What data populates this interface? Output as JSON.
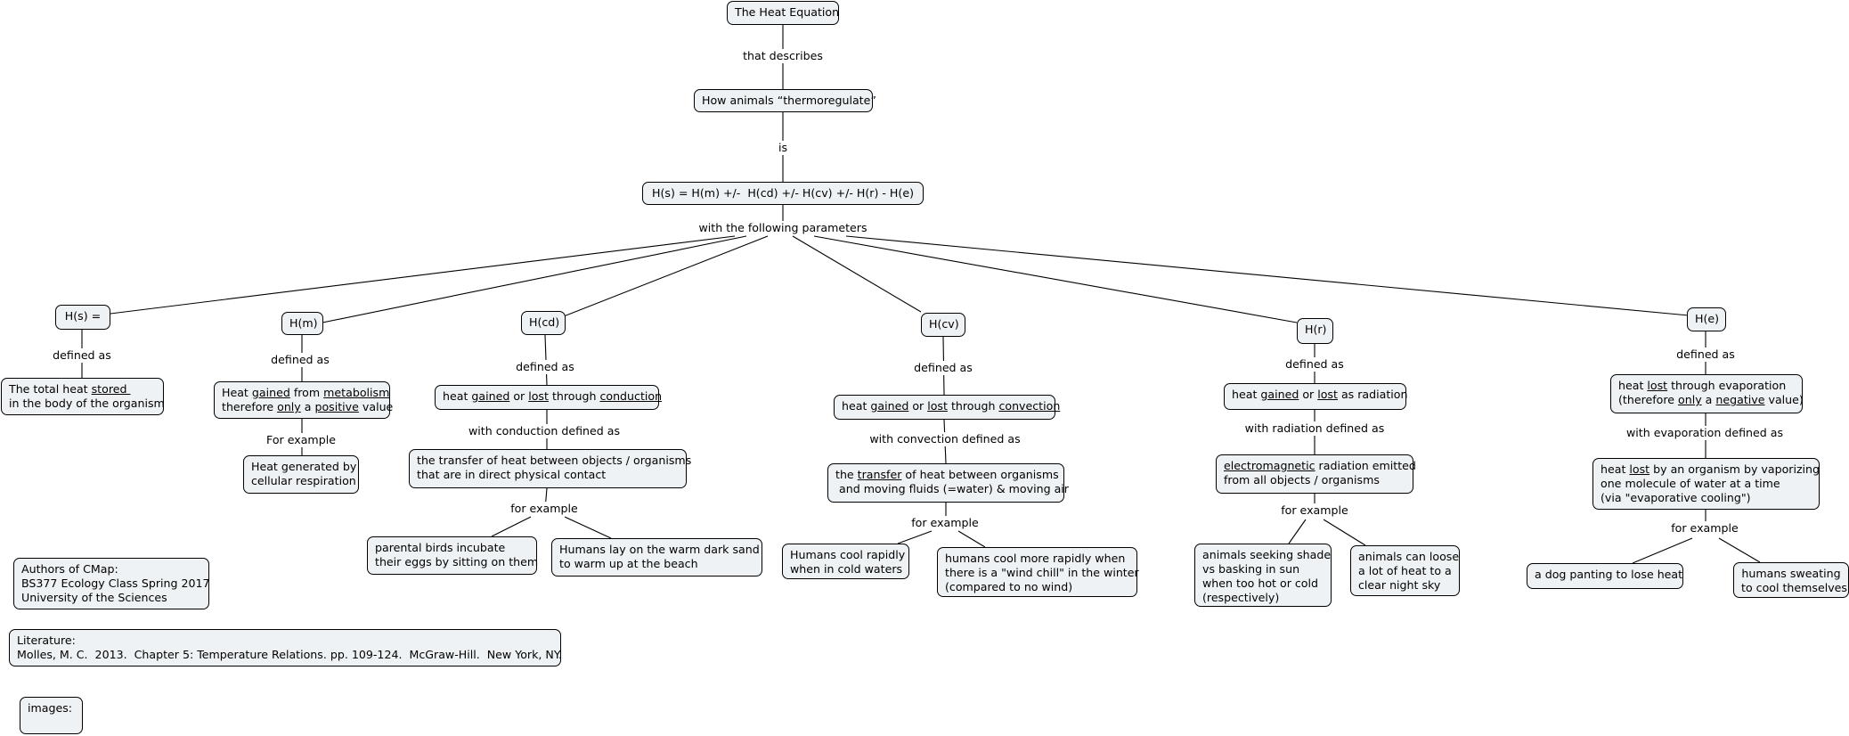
{
  "nodes": [
    {
      "id": "heat-equation",
      "segs": [
        {
          "t": "The Heat Equation"
        }
      ]
    },
    {
      "id": "thermoregulate",
      "segs": [
        {
          "t": "How animals “thermoregulate”"
        }
      ]
    },
    {
      "id": "equation",
      "segs": [
        {
          "t": "H(s) = H(m) +/-  H(cd) +/- H(cv) +/- H(r) - H(e)"
        }
      ]
    },
    {
      "id": "hs",
      "segs": [
        {
          "t": "H(s) ="
        }
      ]
    },
    {
      "id": "hm",
      "segs": [
        {
          "t": "H(m)"
        }
      ]
    },
    {
      "id": "hcd",
      "segs": [
        {
          "t": "H(cd)"
        }
      ]
    },
    {
      "id": "hcv",
      "segs": [
        {
          "t": "H(cv)"
        }
      ]
    },
    {
      "id": "hr",
      "segs": [
        {
          "t": "H(r)"
        }
      ]
    },
    {
      "id": "he",
      "segs": [
        {
          "t": "H(e)"
        }
      ]
    },
    {
      "id": "hs-def",
      "segs": [
        {
          "t": "The total heat "
        },
        {
          "t": "stored ",
          "u": true
        },
        {
          "t": "\nin the body of the organism"
        }
      ]
    },
    {
      "id": "hm-def",
      "segs": [
        {
          "t": "Heat "
        },
        {
          "t": "gained",
          "u": true
        },
        {
          "t": " from "
        },
        {
          "t": "metabolism",
          "u": true
        },
        {
          "t": "\ntherefore "
        },
        {
          "t": "only",
          "u": true
        },
        {
          "t": " a "
        },
        {
          "t": "positive",
          "u": true
        },
        {
          "t": " value"
        }
      ]
    },
    {
      "id": "hm-example",
      "segs": [
        {
          "t": "Heat generated by\ncellular respiration"
        }
      ]
    },
    {
      "id": "hcd-def",
      "segs": [
        {
          "t": "heat "
        },
        {
          "t": "gained",
          "u": true
        },
        {
          "t": " or "
        },
        {
          "t": "lost",
          "u": true
        },
        {
          "t": " through "
        },
        {
          "t": "conduction",
          "u": true
        }
      ]
    },
    {
      "id": "hcd-def2",
      "segs": [
        {
          "t": "the transfer of heat between objects / organisms\nthat are in direct physical contact"
        }
      ]
    },
    {
      "id": "hcd-ex1",
      "segs": [
        {
          "t": "parental birds incubate\ntheir eggs by sitting on them"
        }
      ]
    },
    {
      "id": "hcd-ex2",
      "segs": [
        {
          "t": "Humans lay on the warm dark sand\nto warm up at the beach"
        }
      ]
    },
    {
      "id": "hcv-def",
      "segs": [
        {
          "t": "heat "
        },
        {
          "t": "gained",
          "u": true
        },
        {
          "t": " or "
        },
        {
          "t": "lost",
          "u": true
        },
        {
          "t": " through "
        },
        {
          "t": "convection",
          "u": true
        }
      ]
    },
    {
      "id": "hcv-def2",
      "segs": [
        {
          "t": "the "
        },
        {
          "t": "transfer",
          "u": true
        },
        {
          "t": " of heat between organisms\n and moving fluids (=water) & moving air"
        }
      ]
    },
    {
      "id": "hcv-ex1",
      "segs": [
        {
          "t": "Humans cool rapidly\nwhen in cold waters"
        }
      ]
    },
    {
      "id": "hcv-ex2",
      "segs": [
        {
          "t": "humans cool more rapidly when\nthere is a \"wind chill\" in the winter\n(compared to no wind)"
        }
      ]
    },
    {
      "id": "hr-def",
      "segs": [
        {
          "t": "heat "
        },
        {
          "t": "gained",
          "u": true
        },
        {
          "t": " or "
        },
        {
          "t": "lost",
          "u": true
        },
        {
          "t": " as radiation"
        }
      ]
    },
    {
      "id": "hr-def2",
      "segs": [
        {
          "t": "electromagnetic",
          "u": true
        },
        {
          "t": " radiation emitted\nfrom all objects / organisms"
        }
      ]
    },
    {
      "id": "hr-ex1",
      "segs": [
        {
          "t": "animals seeking shade\nvs basking in sun\nwhen too hot or cold\n(respectively)"
        }
      ]
    },
    {
      "id": "hr-ex2",
      "segs": [
        {
          "t": "animals can loose\na lot of heat to a\nclear night sky"
        }
      ]
    },
    {
      "id": "he-def",
      "segs": [
        {
          "t": "heat "
        },
        {
          "t": "lost",
          "u": true
        },
        {
          "t": " through evaporation\n(therefore "
        },
        {
          "t": "only",
          "u": true
        },
        {
          "t": " a "
        },
        {
          "t": "negative",
          "u": true
        },
        {
          "t": " value)"
        }
      ]
    },
    {
      "id": "he-def2",
      "segs": [
        {
          "t": "heat "
        },
        {
          "t": "lost",
          "u": true
        },
        {
          "t": " by an organism by vaporizing\none molecule of water at a time\n(via \"evaporative cooling\")"
        }
      ]
    },
    {
      "id": "he-ex1",
      "segs": [
        {
          "t": "a dog panting to lose heat"
        }
      ]
    },
    {
      "id": "he-ex2",
      "segs": [
        {
          "t": "humans sweating\nto cool themselves"
        }
      ]
    },
    {
      "id": "authors",
      "segs": [
        {
          "t": "Authors of CMap:\nBS377 Ecology Class Spring 2017\nUniversity of the Sciences"
        }
      ]
    },
    {
      "id": "literature",
      "segs": [
        {
          "t": "Literature:\nMolles, M. C.  2013.  Chapter 5: Temperature Relations. pp. 109-124.  McGraw-Hill.  New York, NY."
        }
      ]
    },
    {
      "id": "images",
      "segs": [
        {
          "t": "images:"
        }
      ]
    }
  ],
  "link_phrases": [
    {
      "id": "that-describes",
      "text": "that describes"
    },
    {
      "id": "is",
      "text": "is"
    },
    {
      "id": "with-following-parameters",
      "text": "with the following parameters"
    },
    {
      "id": "hs-defined-as",
      "text": "defined as"
    },
    {
      "id": "hm-defined-as",
      "text": "defined as"
    },
    {
      "id": "hm-for-example",
      "text": "For example"
    },
    {
      "id": "hcd-defined-as",
      "text": "defined as"
    },
    {
      "id": "hcd-with-defined",
      "text": "with conduction defined as"
    },
    {
      "id": "hcd-for-example",
      "text": "for example"
    },
    {
      "id": "hcv-defined-as",
      "text": "defined as"
    },
    {
      "id": "hcv-with-defined",
      "text": "with convection defined as"
    },
    {
      "id": "hcv-for-example",
      "text": "for example"
    },
    {
      "id": "hr-defined-as",
      "text": "defined as"
    },
    {
      "id": "hr-with-defined",
      "text": "with radiation defined as"
    },
    {
      "id": "hr-for-example",
      "text": "for example"
    },
    {
      "id": "he-defined-as",
      "text": "defined as"
    },
    {
      "id": "he-with-defined",
      "text": "with evaporation defined as"
    },
    {
      "id": "he-for-example",
      "text": "for example"
    }
  ]
}
